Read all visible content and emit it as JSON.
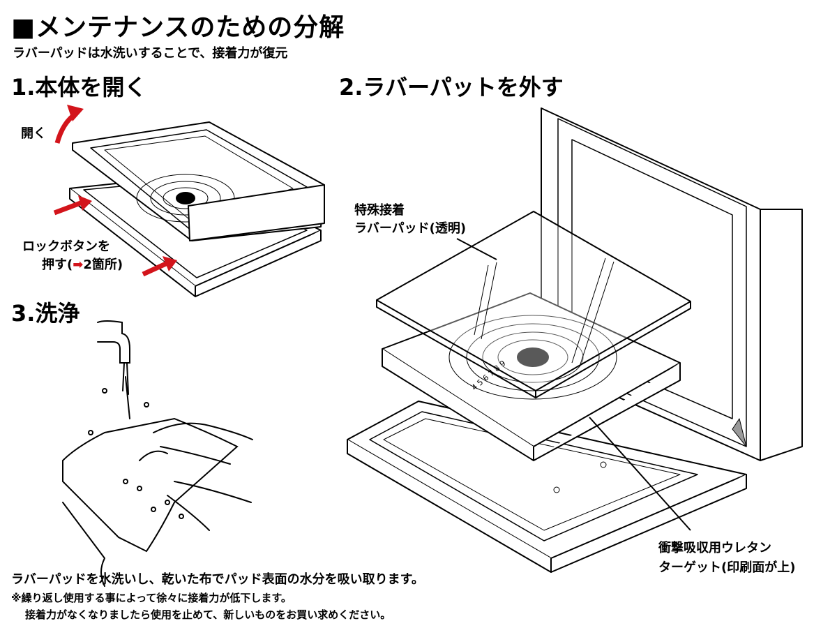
{
  "header": {
    "title": "■メンテナンスのための分解",
    "subtitle": "ラバーパッドは水洗いすることで、接着力が復元"
  },
  "steps": {
    "step1": "1.本体を開く",
    "step2": "2.ラバーパットを外す",
    "step3": "3.洗浄"
  },
  "labels": {
    "open": "開く",
    "lock_line1": "ロックボタンを",
    "lock_line2_a": "押す(",
    "lock_line2_b": "2箇所)",
    "pad_line1": "特殊接着",
    "pad_line2": "ラバーパッド(透明)",
    "target_line1": "衝撃吸収用ウレタン",
    "target_line2": "ターゲット(印刷面が上)"
  },
  "target_numbers": "4 5 6 7 8 9",
  "footer": {
    "line1": "ラバーパッドを水洗いし、乾いた布でパッド表面の水分を吸い取ります。",
    "line2": "※繰り返し使用する事によって徐々に接着力が低下します。",
    "line3": "接着力がなくなりましたら使用を止めて、新しいものをお買い求めください。"
  },
  "colors": {
    "accent_red": "#d3141b"
  }
}
